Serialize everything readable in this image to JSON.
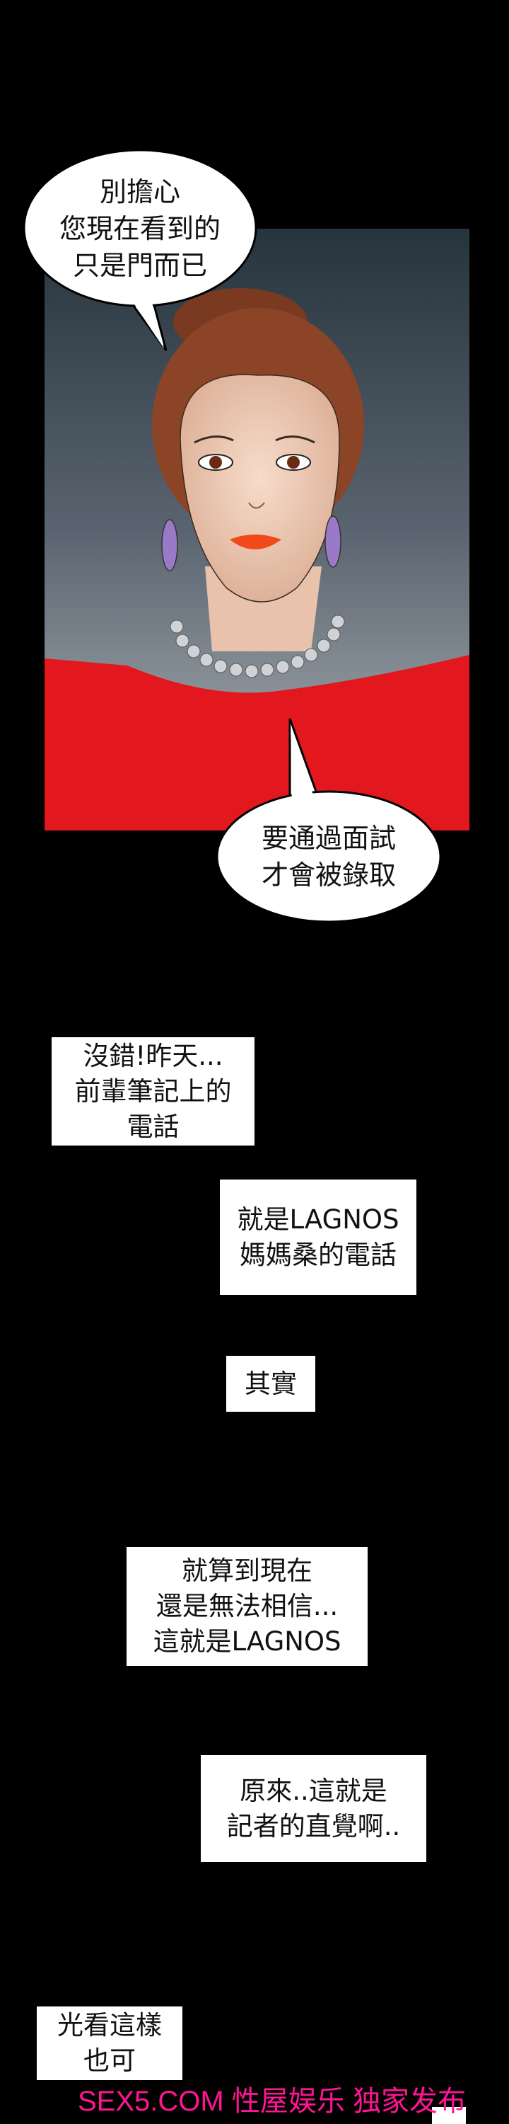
{
  "panel1": {
    "bubble_top": [
      "別擔心",
      "您現在看到的",
      "只是門而已"
    ],
    "bubble_bottom": [
      "要通過面試",
      "才會被錄取"
    ]
  },
  "captions": [
    [
      "沒錯!昨天...",
      "前輩筆記上的",
      "電話"
    ],
    [
      "就是LAGNOS",
      "媽媽桑的電話"
    ],
    [
      "其實"
    ],
    [
      "就算到現在",
      "還是無法相信...",
      "這就是LAGNOS"
    ],
    [
      "原來..這就是",
      "記者的直覺啊.."
    ],
    [
      "光看這樣",
      "也可"
    ]
  ],
  "watermark": "SEX5.COM 性屋娱乐 独家发布",
  "colors": {
    "dress": "#e3171e",
    "background": "#000000",
    "watermark": "#ff1493"
  }
}
